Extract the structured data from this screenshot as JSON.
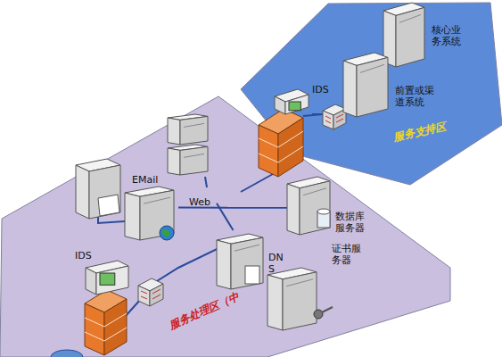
{
  "diagram": {
    "nodes": [
      {
        "text": [
          "服务支持区"
        ]
      },
      {
        "text": [
          "核心业务系统"
        ],
        "in": 0
      },
      {
        "text": [
          "前置或渠道系统"
        ],
        "in": 0
      },
      {
        "text": [
          "IDS"
        ],
        "in": 0
      },
      {
        "text": [
          "服务处理区（中"
        ]
      },
      {
        "text": [
          "EMail"
        ],
        "in": 4
      },
      {
        "text": [
          "Web"
        ],
        "in": 4
      },
      {
        "text": [
          "数据库服务器"
        ],
        "in": 4
      },
      {
        "text": [
          "DNS"
        ],
        "in": 4
      },
      {
        "text": [
          "证书服务器"
        ],
        "in": 4
      },
      {
        "text": [
          "IDS"
        ],
        "in": 4
      }
    ],
    "edges": [
      {
        "from": 5,
        "to": 7,
        "arrow": "none"
      },
      {
        "from": 6,
        "to": 8,
        "arrow": "none"
      }
    ]
  }
}
